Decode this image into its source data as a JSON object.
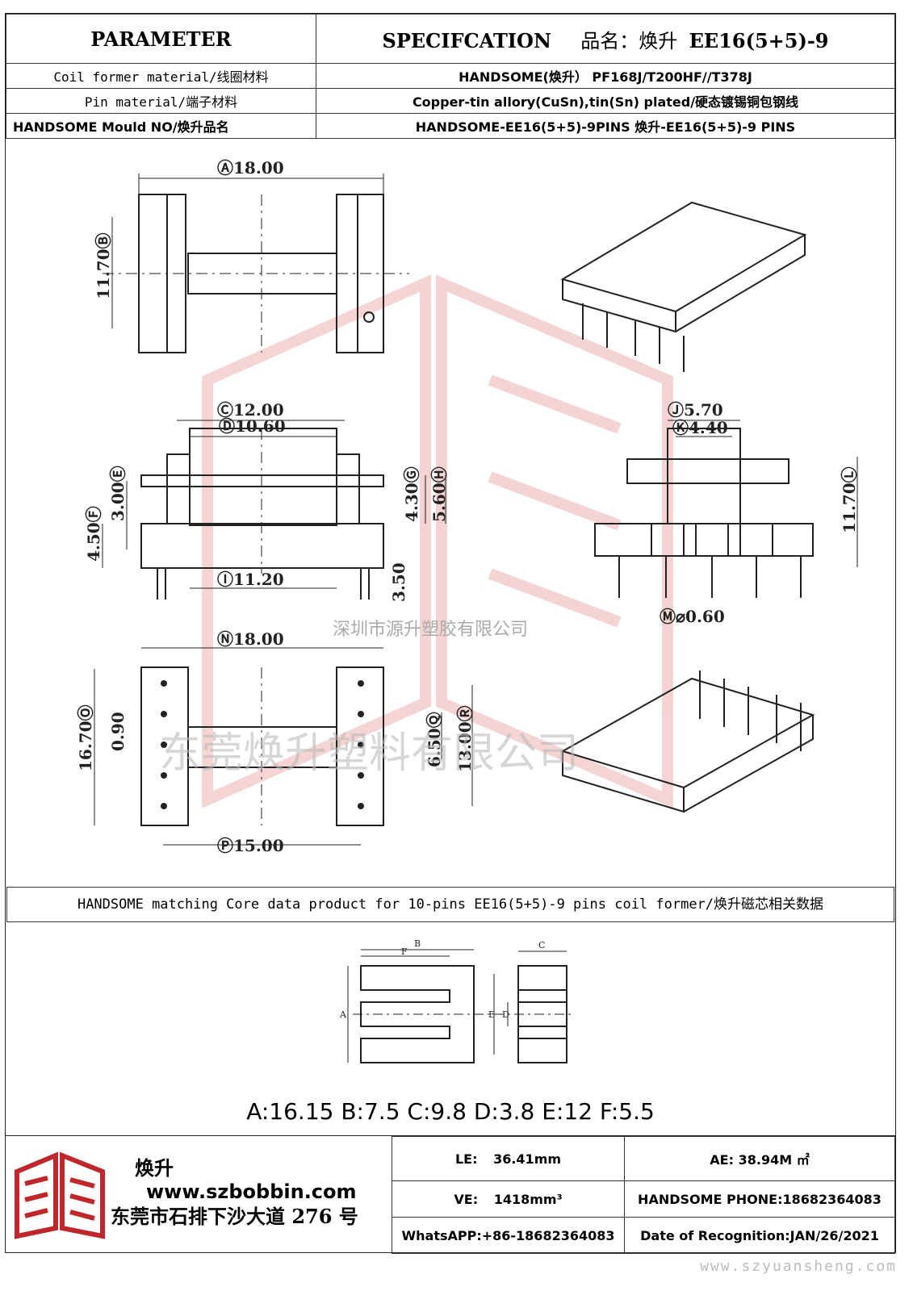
{
  "header": {
    "param_label": "PARAMETER",
    "spec_label": "SPECIFCATION",
    "product_name_label": "品名：焕升",
    "product_model": "EE16(5+5)-9"
  },
  "rows": [
    {
      "param": "Coil former material/线圈材料",
      "value": "HANDSOME(焕升）  PF168J/T200HF//T378J"
    },
    {
      "param": "Pin material/端子材料",
      "value": "Copper-tin allory(CuSn),tin(Sn) plated/硬态镀锡铜包钢线"
    },
    {
      "param": "HANDSOME Mould NO/焕升品名",
      "value": "HANDSOME-EE16(5+5)-9PINS    焕升-EE16(5+5)-9 PINS"
    }
  ],
  "dimensions": {
    "top_width": "Ⓐ18.00",
    "top_height": "11.70Ⓑ",
    "c_width": "Ⓒ12.00",
    "d_width": "Ⓓ10.60",
    "e_height": "3.00Ⓔ",
    "f_height": "4.50Ⓕ",
    "g_height": "4.30Ⓖ",
    "h_height": "5.60Ⓗ",
    "i_width": "Ⓘ11.20",
    "j_height": "3.50",
    "k_width": "Ⓙ5.70",
    "l_width": "Ⓚ4.40",
    "m_height": "11.70Ⓛ",
    "pin_dia": "Ⓜ⌀0.60",
    "n_width": "Ⓝ18.00",
    "o_height": "16.70Ⓞ",
    "p_height": "0.90",
    "q_height": "6.50Ⓠ",
    "r_height": "13.00Ⓡ",
    "s_width": "Ⓟ15.00"
  },
  "watermarks": {
    "cn_small": "深圳市源升塑胶有限公司",
    "cn_large": "东莞焕升塑料有限公司",
    "url": "www.szyuansheng.com"
  },
  "banner": "HANDSOME matching Core data  product for 10-pins EE16(5+5)-9 pins coil former/焕升磁芯相关数据",
  "core_labels": {
    "A": "A",
    "B": "B",
    "C": "C",
    "D": "D",
    "E": "E",
    "F": "F"
  },
  "core_data": "A:16.15 B:7.5 C:9.8 D:3.8 E:12 F:5.5",
  "footer": {
    "brand_cn": "焕升",
    "website": "www.szbobbin.com",
    "address": "东莞市石排下沙大道 276 号",
    "le_label": "LE:",
    "le_value": "36.41mm",
    "ae_label": "AE:",
    "ae_value": "38.94M ㎡",
    "ve_label": "VE:",
    "ve_value": "1418mm³",
    "phone": "HANDSOME PHONE:18682364083",
    "whatsapp": "WhatsAPP:+86-18682364083",
    "date": "Date of Recognition:JAN/26/2021"
  },
  "colors": {
    "logo_red": "#c0272d",
    "watermark_red": "#e8a0a0"
  }
}
